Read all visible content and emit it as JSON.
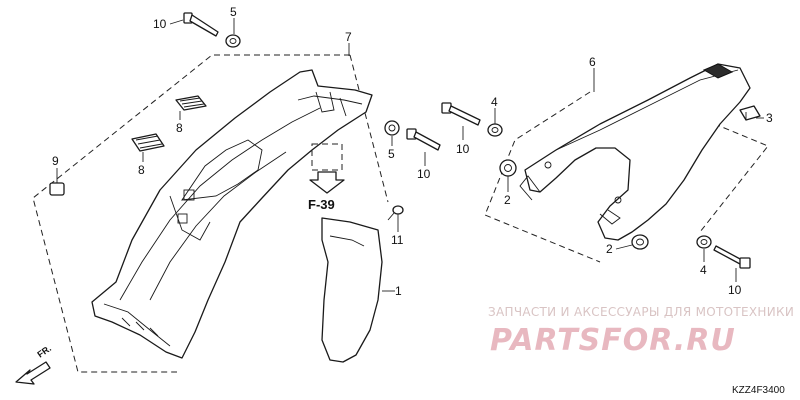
{
  "callouts": {
    "c10_top": "10",
    "c5_top": "5",
    "c7": "7",
    "c8_upper": "8",
    "c8_lower": "8",
    "c9": "9",
    "c5_mid": "5",
    "c10_mid": "10",
    "c11": "11",
    "c1": "1",
    "c6": "6",
    "c4_upper": "4",
    "c10_right": "10",
    "c3": "3",
    "c2_upper": "2",
    "c2_lower": "2",
    "c4_lower": "4",
    "c10_bottom": "10"
  },
  "reference": {
    "label": "F-39"
  },
  "direction": {
    "label": "FR."
  },
  "watermark": {
    "shop_text": "ЗАПЧАСТИ И АКСЕССУАРЫ ДЛЯ МОТОТЕХНИКИ",
    "logo": "PARTSFOR.RU"
  },
  "diagram_code": "KZZ4F3400",
  "colors": {
    "line": "#1a1a1a",
    "watermark_logo": "#e8b8c0",
    "watermark_text": "#d9c4c4"
  }
}
